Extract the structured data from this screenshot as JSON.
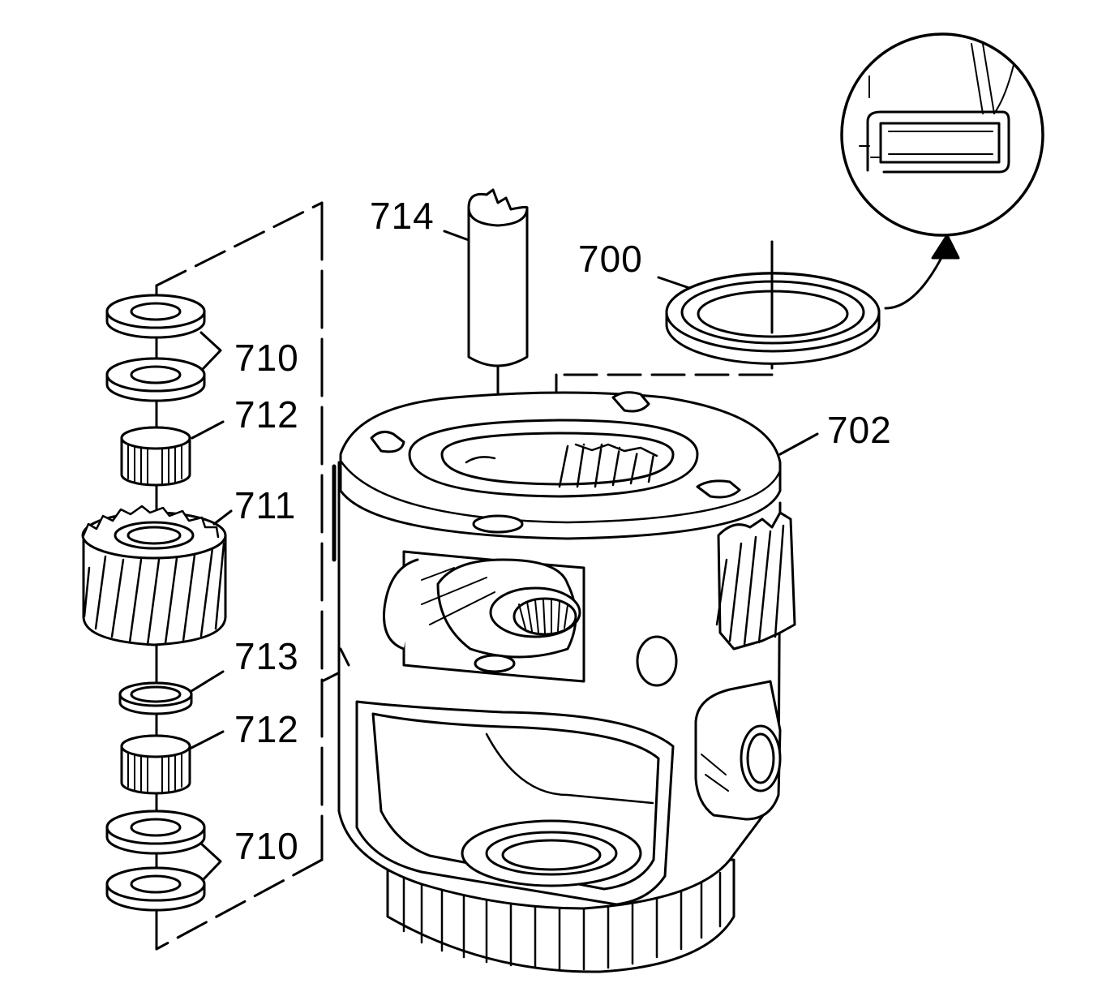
{
  "callouts": {
    "c714": "714",
    "c700": "700",
    "c702": "702",
    "c710_top": "710",
    "c712_top": "712",
    "c711": "711",
    "c713": "713",
    "c712_bottom": "712",
    "c710_bottom": "710"
  },
  "colors": {
    "line": "#000000",
    "background": "#ffffff"
  }
}
